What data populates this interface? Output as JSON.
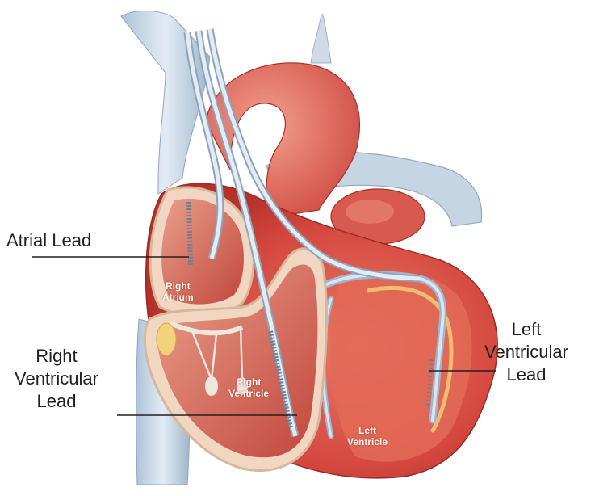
{
  "callouts": {
    "atrial_lead": "Atrial Lead",
    "right_ventricular_lead": [
      "Right",
      "Ventricular",
      "Lead"
    ],
    "left_ventricular_lead": [
      "Left",
      "Ventricular",
      "Lead"
    ]
  },
  "chambers": {
    "right_atrium": [
      "Right",
      "Atrium"
    ],
    "right_ventricle": [
      "Right",
      "Ventricle"
    ],
    "left_ventricle": [
      "Left",
      "Ventricle"
    ]
  },
  "colors": {
    "muscle": "#d9534a",
    "muscle_dark": "#b8322c",
    "muscle_light": "#ee8a74",
    "vessel_blue": "#c9d7e6",
    "vessel_blue_dark": "#95aec8",
    "lead_wire": "#e4ecf2",
    "fat_yellow": "#f2d27a",
    "label_text": "#231f20"
  }
}
